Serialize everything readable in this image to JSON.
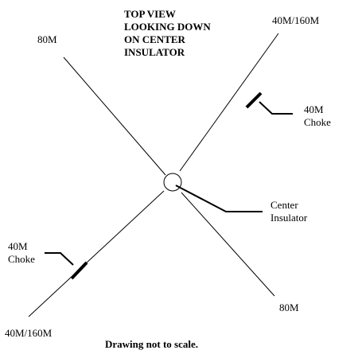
{
  "title": "TOP VIEW\nLOOKING DOWN\nON CENTER\nINSULATOR",
  "labels": {
    "top_left": "80M",
    "top_right": "40M/160M",
    "bottom_right": "80M",
    "bottom_left": "40M/160M",
    "choke_right": "40M\nChoke",
    "choke_left": "40M\nChoke",
    "center": "Center\nInsulator"
  },
  "footnote": "Drawing not to scale.",
  "colors": {
    "line": "#000000",
    "background": "#ffffff"
  }
}
